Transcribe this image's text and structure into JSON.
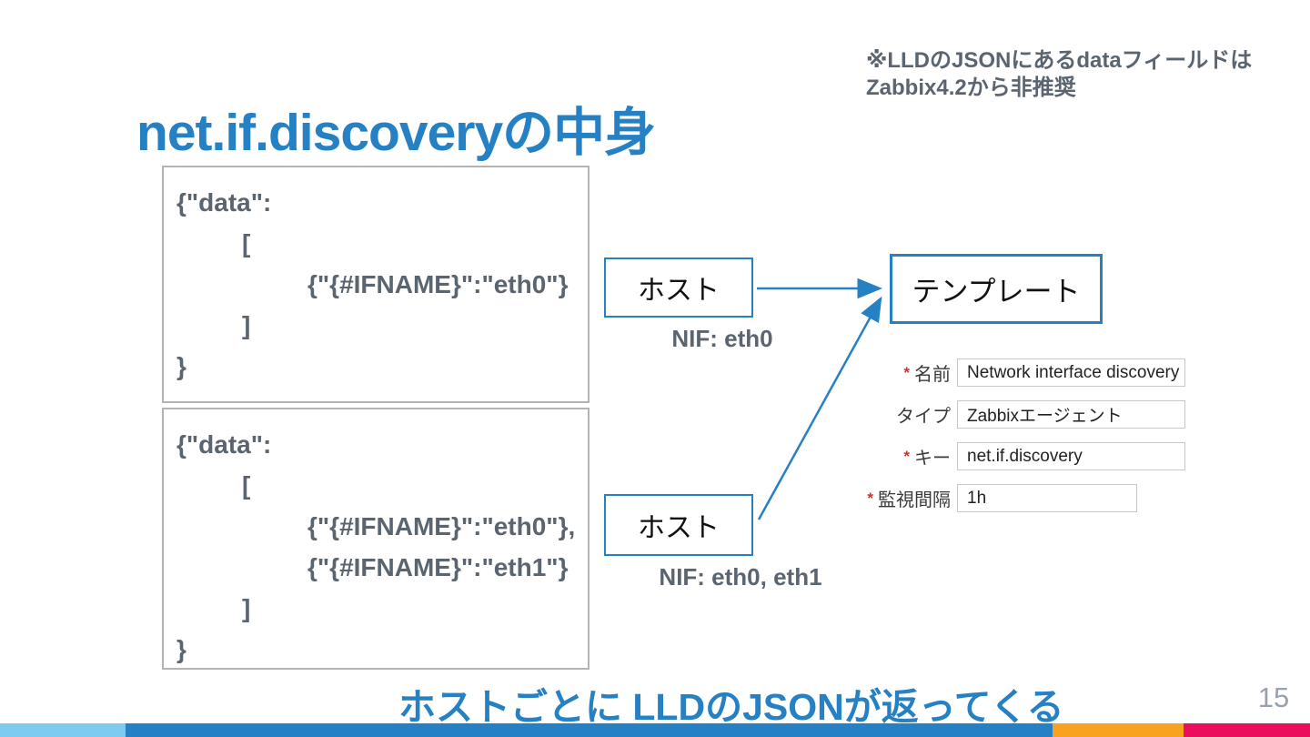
{
  "slide": {
    "title": "net.if.discoveryの中身",
    "note_line1": "※LLDのJSONにあるdataフィールドは",
    "note_line2": "Zabbix4.2から非推奨",
    "caption": "ホストごとに LLDのJSONが返ってくる",
    "page_number": "15"
  },
  "json_box1": {
    "lines": [
      "{\"data\":",
      "[",
      "{\"{#IFNAME}\":\"eth0\"}",
      "]",
      "}"
    ]
  },
  "json_box2": {
    "lines": [
      "{\"data\":",
      "[",
      "{\"{#IFNAME}\":\"eth0\"},",
      "{\"{#IFNAME}\":\"eth1\"}",
      "]",
      "}"
    ]
  },
  "diagram": {
    "host1": {
      "label": "ホスト",
      "sub": "NIF: eth0"
    },
    "host2": {
      "label": "ホスト",
      "sub": "NIF: eth0, eth1"
    },
    "template_label": "テンプレート"
  },
  "form": {
    "rows": [
      {
        "required": "*",
        "label": "名前",
        "value": "Network interface discovery"
      },
      {
        "required": "",
        "label": "タイプ",
        "value": "Zabbixエージェント"
      },
      {
        "required": "*",
        "label": "キー",
        "value": "net.if.discovery"
      },
      {
        "required": "*",
        "label": "監視間隔",
        "value": "1h"
      }
    ]
  },
  "colors": {
    "accent_blue": "#2581c4",
    "slate_text": "#5a6570",
    "bar_light_blue": "#7dcbf0",
    "bar_blue": "#2581c4",
    "bar_orange": "#f9a21f",
    "bar_pink": "#ea0e5c",
    "required_red": "#cc3333"
  }
}
